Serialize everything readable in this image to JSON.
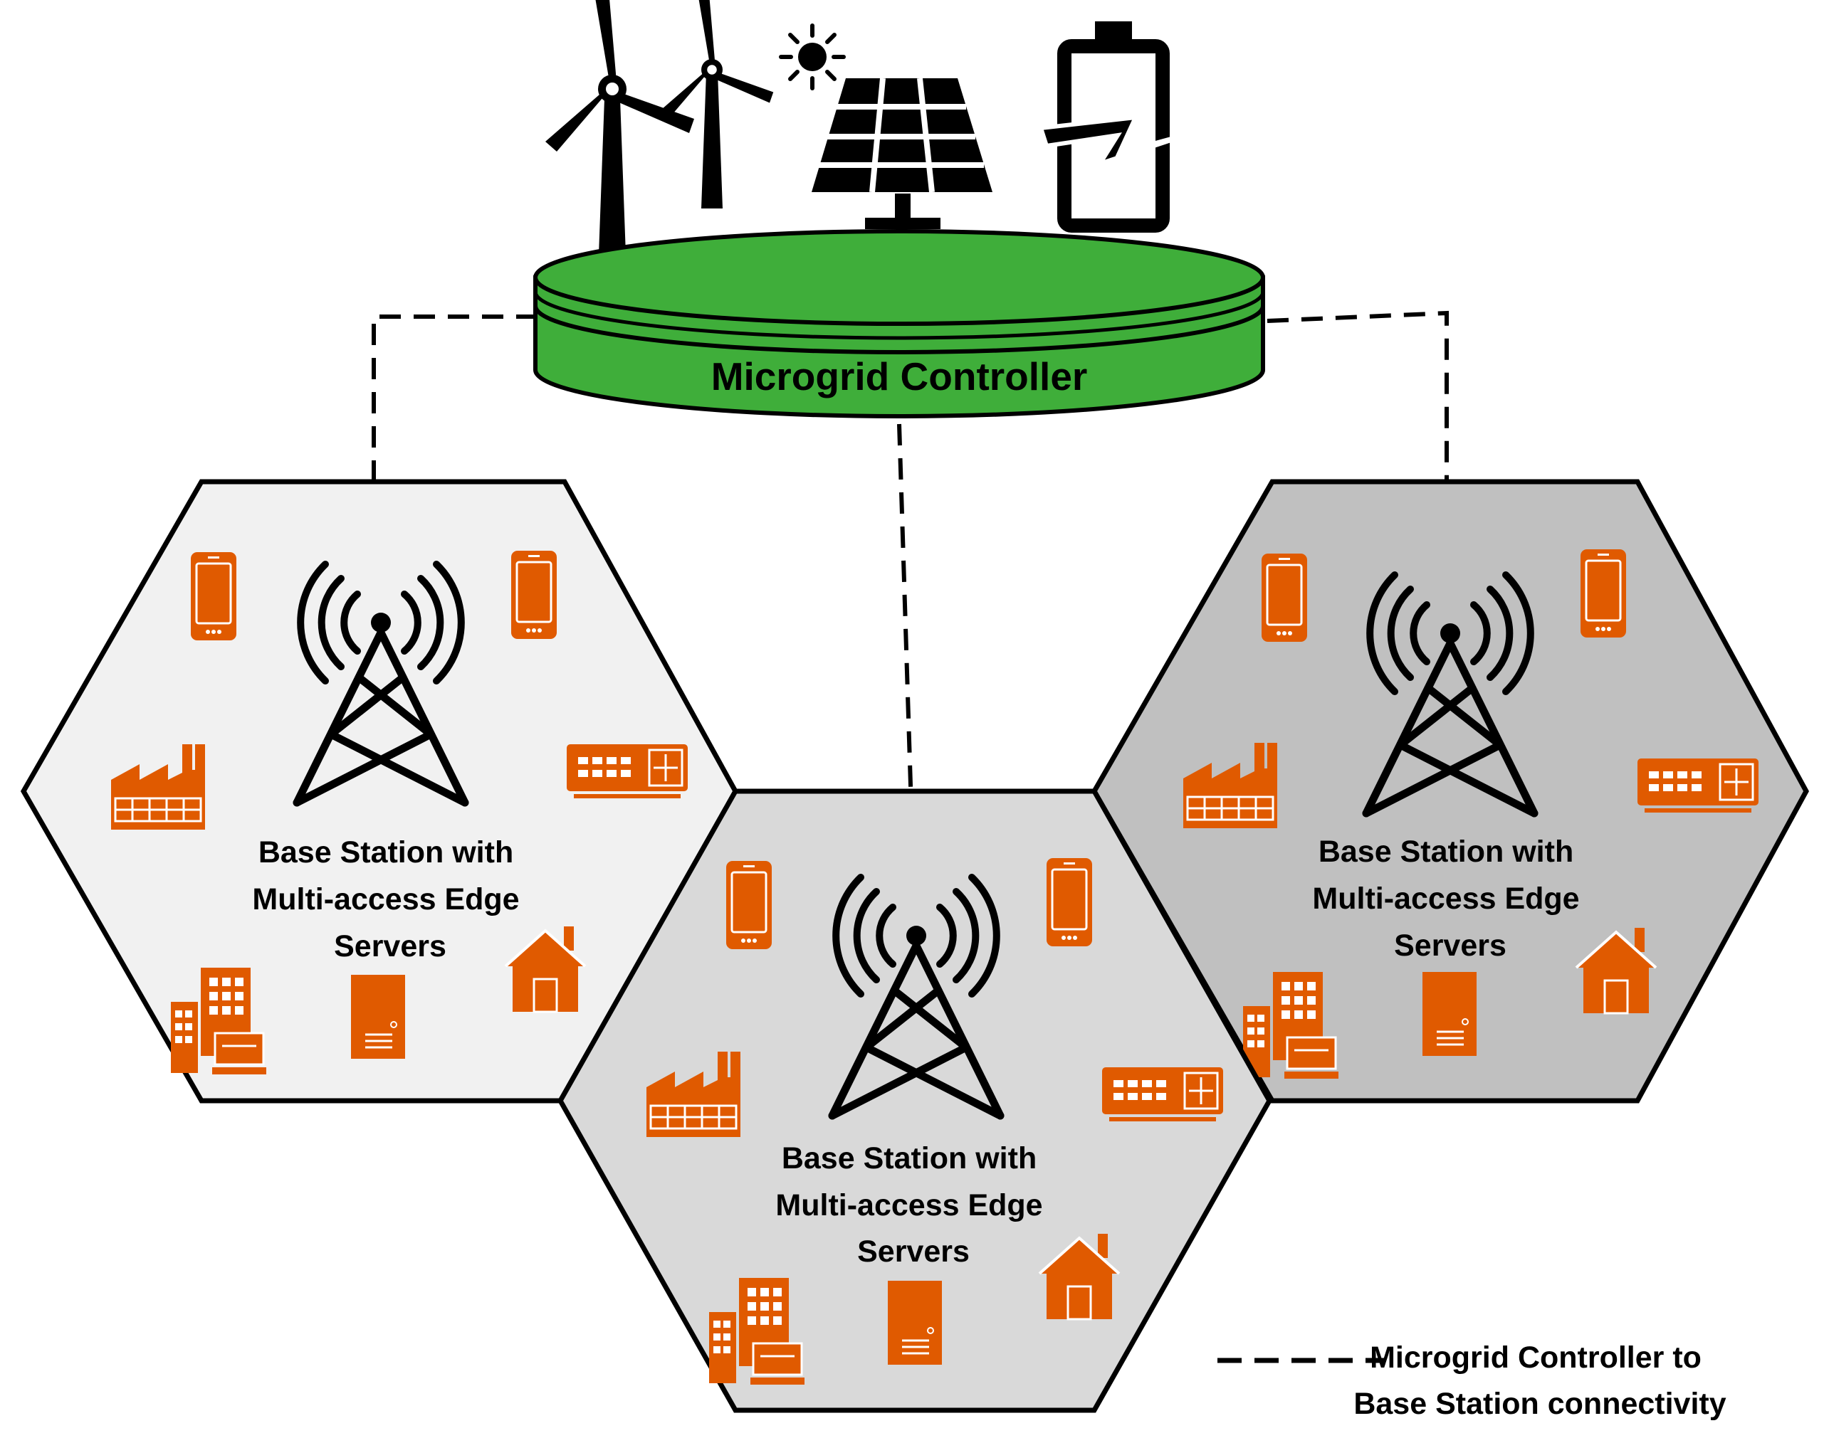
{
  "controller": {
    "label": "Microgrid Controller",
    "fill_color": "#3fae3a",
    "energy_sources": [
      "wind-turbine",
      "wind-turbine",
      "sun",
      "solar-panel",
      "battery"
    ]
  },
  "cells": [
    {
      "label_lines": [
        "Base Station with",
        "Multi-access Edge",
        "Servers"
      ],
      "fill_color": "#f1f1f1",
      "devices": [
        "smartphone",
        "smartphone",
        "factory",
        "network-switch",
        "office-building",
        "edge-server",
        "house"
      ]
    },
    {
      "label_lines": [
        "Base Station with",
        "Multi-access Edge",
        "Servers"
      ],
      "fill_color": "#d9d9d9",
      "devices": [
        "smartphone",
        "smartphone",
        "factory",
        "network-switch",
        "office-building",
        "edge-server",
        "house"
      ]
    },
    {
      "label_lines": [
        "Base Station with",
        "Multi-access Edge",
        "Servers"
      ],
      "fill_color": "#c0c0c0",
      "devices": [
        "smartphone",
        "smartphone",
        "factory",
        "network-switch",
        "office-building",
        "edge-server",
        "house"
      ]
    }
  ],
  "legend": {
    "line_style": "dashed",
    "label_lines": [
      "Microgrid Controller to",
      "Base Station connectivity"
    ]
  },
  "colors": {
    "device": "#e05a00",
    "outline": "#000000",
    "controller": "#3fae3a"
  }
}
